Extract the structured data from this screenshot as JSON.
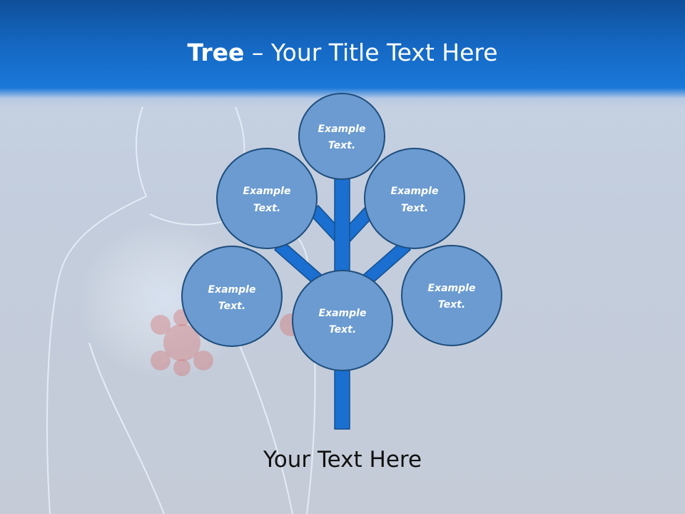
{
  "title": {
    "bold": "Tree",
    "dash": " – ",
    "rest": "Your Title Text Here"
  },
  "nodes": {
    "top": {
      "line1": "Example",
      "line2": "Text."
    },
    "upper_left": {
      "line1": "Example",
      "line2": "Text."
    },
    "upper_right": {
      "line1": "Example",
      "line2": "Text."
    },
    "mid_left": {
      "line1": "Example",
      "line2": "Text."
    },
    "center": {
      "line1": "Example",
      "line2": "Text."
    },
    "mid_right": {
      "line1": "Example",
      "line2": "Text."
    }
  },
  "footer": "Your Text Here",
  "colors": {
    "header": "#1569c4",
    "node_fill": "#6b9bd0",
    "node_stroke": "#1f4e7d",
    "trunk": "#1a6fd0",
    "trunk_stroke": "#14508f"
  }
}
